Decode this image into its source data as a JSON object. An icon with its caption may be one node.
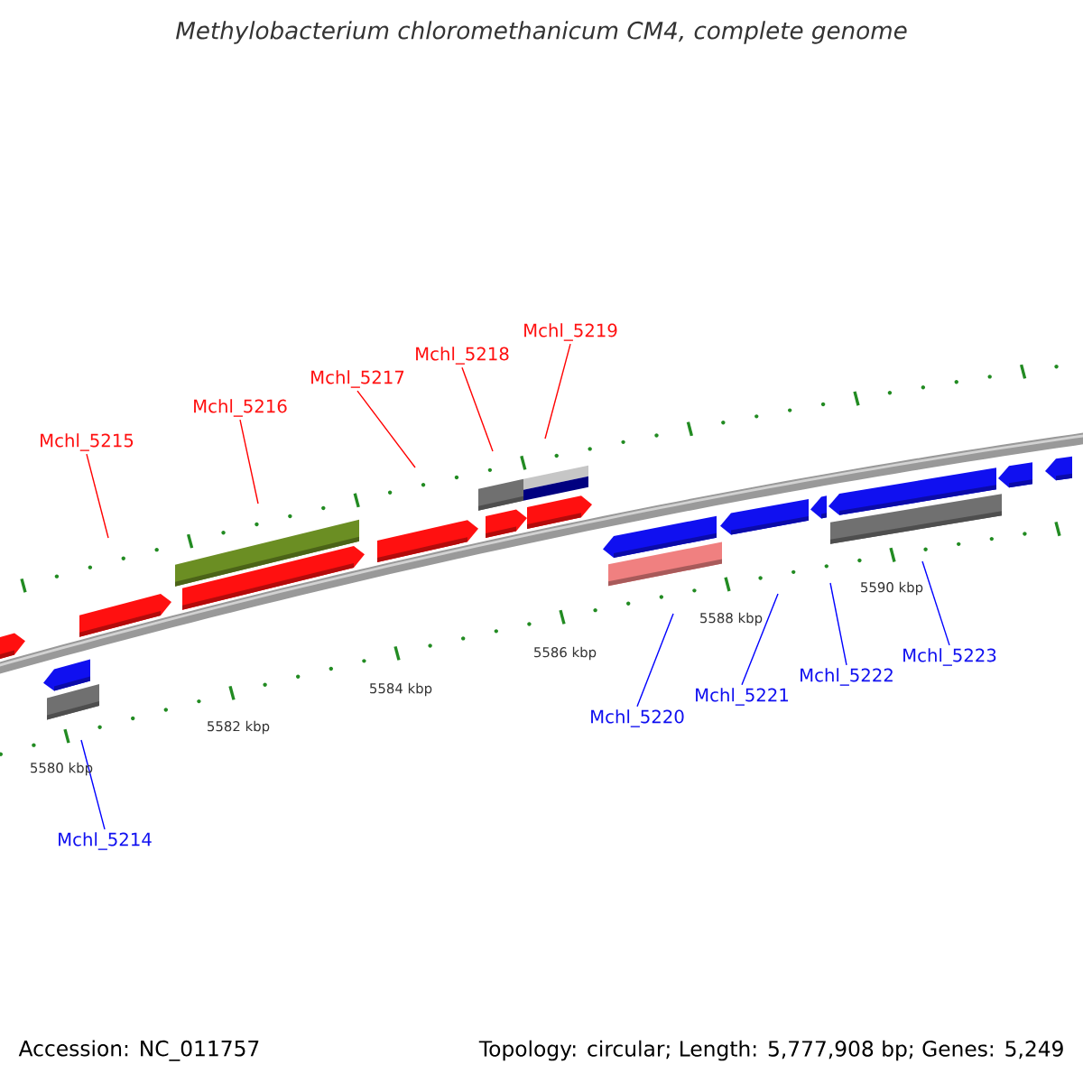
{
  "diagram": {
    "title": "Methylobacterium chloromethanicum CM4, complete genome",
    "nodes": [
      {
        "text": [
          "Mchl_5214"
        ]
      },
      {
        "text": [
          "Mchl_5215"
        ]
      },
      {
        "text": [
          "Mchl_5216"
        ]
      },
      {
        "text": [
          "Mchl_5217"
        ]
      },
      {
        "text": [
          "Mchl_5218"
        ]
      },
      {
        "text": [
          "Mchl_5219"
        ]
      },
      {
        "text": [
          "Mchl_5220"
        ]
      },
      {
        "text": [
          "Mchl_5221"
        ]
      },
      {
        "text": [
          "Mchl_5222"
        ]
      },
      {
        "text": [
          "Mchl_5223"
        ]
      }
    ],
    "edges": [
      {
        "from": 0,
        "to": null,
        "arrow": "none",
        "color": "#0000ff"
      },
      {
        "from": 1,
        "to": null,
        "arrow": "none",
        "color": "#ff0000"
      },
      {
        "from": 2,
        "to": null,
        "arrow": "none",
        "color": "#ff0000"
      },
      {
        "from": 3,
        "to": null,
        "arrow": "none",
        "color": "#ff0000"
      },
      {
        "from": 4,
        "to": null,
        "arrow": "none",
        "color": "#ff0000"
      },
      {
        "from": 5,
        "to": null,
        "arrow": "none",
        "color": "#ff0000"
      },
      {
        "from": 6,
        "to": null,
        "arrow": "none",
        "color": "#0000ff"
      },
      {
        "from": 7,
        "to": null,
        "arrow": "none",
        "color": "#0000ff"
      },
      {
        "from": 8,
        "to": null,
        "arrow": "none",
        "color": "#0000ff"
      },
      {
        "from": 9,
        "to": null,
        "arrow": "none",
        "color": "#0000ff"
      }
    ],
    "labels": [
      "5580 kbp",
      "5582 kbp",
      "5584 kbp",
      "5586 kbp",
      "5588 kbp",
      "5590 kbp",
      "Accession: NC_011757",
      "Topology: circular; Length: 5,777,908 bp; Genes: 5,249"
    ]
  }
}
